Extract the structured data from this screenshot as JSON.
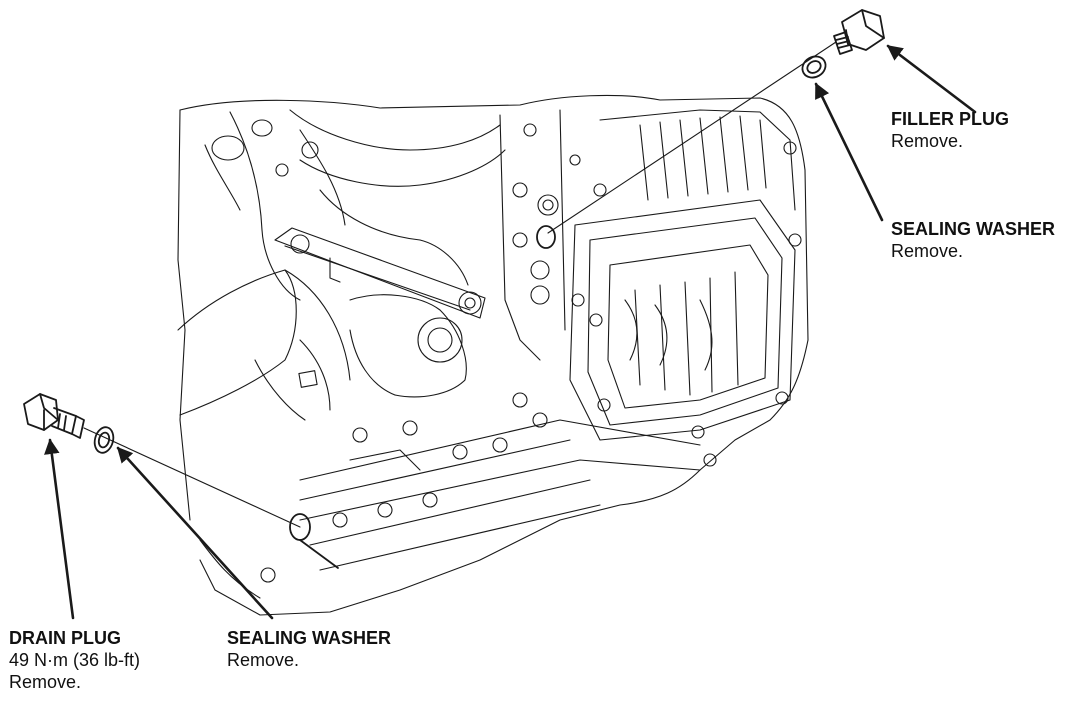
{
  "callouts": {
    "filler_plug": {
      "title": "FILLER PLUG",
      "action": "Remove."
    },
    "sealing_washer_top": {
      "title": "SEALING WASHER",
      "action": "Remove."
    },
    "drain_plug": {
      "title": "DRAIN PLUG",
      "torque": "49 N·m (36 lb-ft)",
      "action": "Remove."
    },
    "sealing_washer_bottom": {
      "title": "SEALING WASHER",
      "action": "Remove."
    }
  },
  "colors": {
    "ink": "#1a1a1a",
    "background": "#ffffff"
  }
}
